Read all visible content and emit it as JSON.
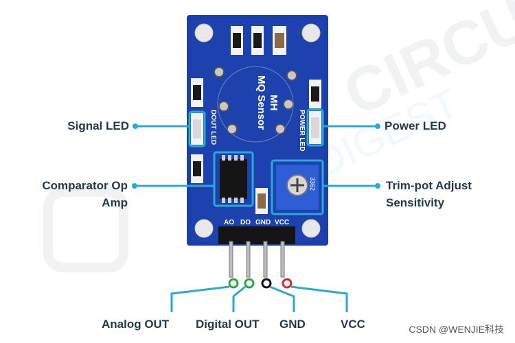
{
  "labels": {
    "signal_led": "Signal LED",
    "power_led": "Power LED",
    "comparator_line1": "Comparator Op",
    "comparator_line2": "Amp",
    "trimpot_line1": "Trim-pot Adjust",
    "trimpot_line2": "Sensitivity",
    "analog_out": "Analog OUT",
    "digital_out": "Digital OUT",
    "gnd": "GND",
    "vcc": "VCC"
  },
  "board": {
    "title_line1": "MH",
    "title_line2": "MQ Sensor",
    "dout_led": "DOUT LED",
    "power_led": "POWER LED",
    "pin_ao": "AO",
    "pin_do": "DO",
    "pin_gnd": "GND",
    "pin_vcc": "VCC",
    "trimpot_code": "3362"
  },
  "watermark": {
    "brand": "CIRCUIT",
    "sub": "DIGEST"
  },
  "footer": "CSDN @WENJIE科技",
  "colors": {
    "pcb": "#1b3fa8",
    "callout": "#29a9d6",
    "label_text": "#1f3a4d",
    "pin_analog": "#27a744",
    "pin_digital": "#27a744",
    "pin_gnd": "#111111",
    "pin_vcc": "#d42a2a"
  }
}
